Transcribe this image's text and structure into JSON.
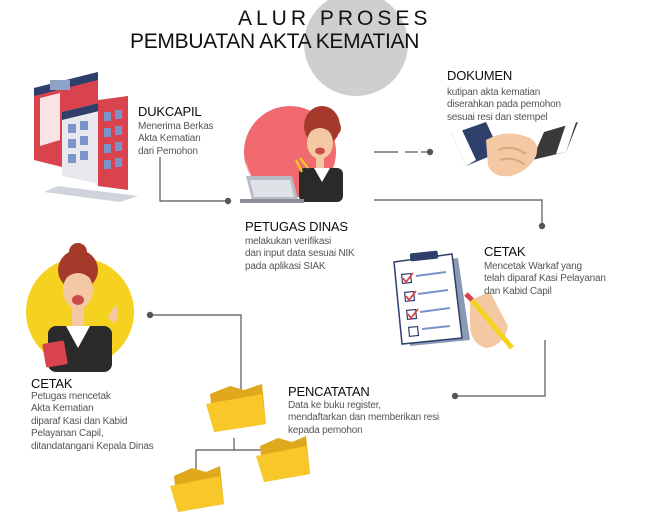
{
  "title": {
    "line1": "ALUR PROSES",
    "line2": "PEMBUATAN AKTA KEMATIAN"
  },
  "steps": {
    "dukcapil": {
      "title": "DUKCAPIL",
      "desc": "Menerima Berkas\nAkta Kematian\ndari Pemohon",
      "icon": "building-icon"
    },
    "petugas_dinas": {
      "title": "PETUGAS DINAS",
      "desc": "melakukan verifikasi\ndan input data sesuai NIK\npada aplikasi SIAK",
      "icon": "officer-laptop-icon"
    },
    "dokumen": {
      "title": "DOKUMEN",
      "desc": "kutipan akta kematian\ndiserahkan pada pemohon\nsesuai resi dan stempel",
      "icon": "handshake-icon"
    },
    "cetak_right": {
      "title": "CETAK",
      "desc": "Mencetak Warkaf yang\ntelah diparaf Kasi Pelayanan\ndan Kabid Capil",
      "icon": "checklist-icon"
    },
    "pencatatan": {
      "title": "PENCATATAN",
      "desc": "Data ke buku register,\nmendaftarkan dan memberikan resi\nkepada pemohon",
      "icon": "folder-tree-icon"
    },
    "cetak_left": {
      "title": "CETAK",
      "desc": "Petugas mencetak\nAkta Kematian\ndiparaf Kasi dan Kabid\nPelayanan Capil,\nditandatangani Kepala Dinas",
      "icon": "woman-book-icon"
    }
  },
  "colors": {
    "line": "#555555",
    "accent_grey": "#cfcfcf",
    "building_red": "#d9434e",
    "building_roof": "#2e3f6b",
    "coral": "#f06a6f",
    "yellow": "#f5d21f",
    "folder": "#f8c72a",
    "suit_dark": "#2a2a2a",
    "skin": "#f3c8a2",
    "hair": "#a63a2a"
  }
}
